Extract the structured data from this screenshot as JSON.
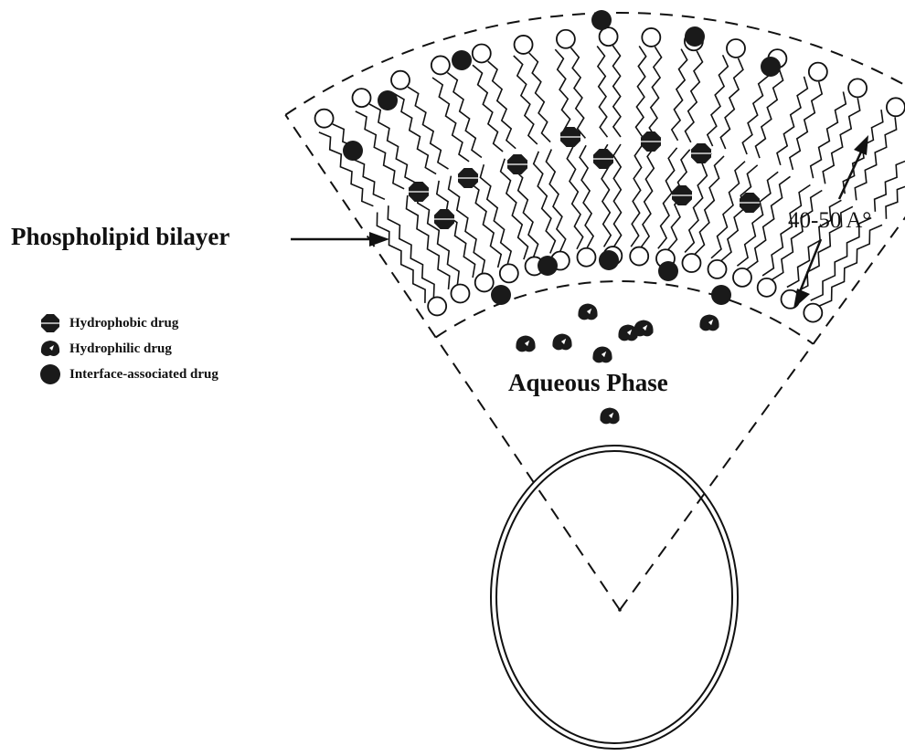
{
  "labels": {
    "bilayer": "Phospholipid bilayer",
    "aqueous": "Aqueous Phase",
    "thickness": "40-50 A°"
  },
  "legend": [
    {
      "icon": "hydrophobic-drug-icon",
      "label": "Hydrophobic drug"
    },
    {
      "icon": "hydrophilic-drug-icon",
      "label": "Hydrophilic drug"
    },
    {
      "icon": "interface-drug-icon",
      "label": "Interface-associated drug"
    }
  ],
  "colors": {
    "ink": "#111111",
    "background": "#ffffff"
  }
}
